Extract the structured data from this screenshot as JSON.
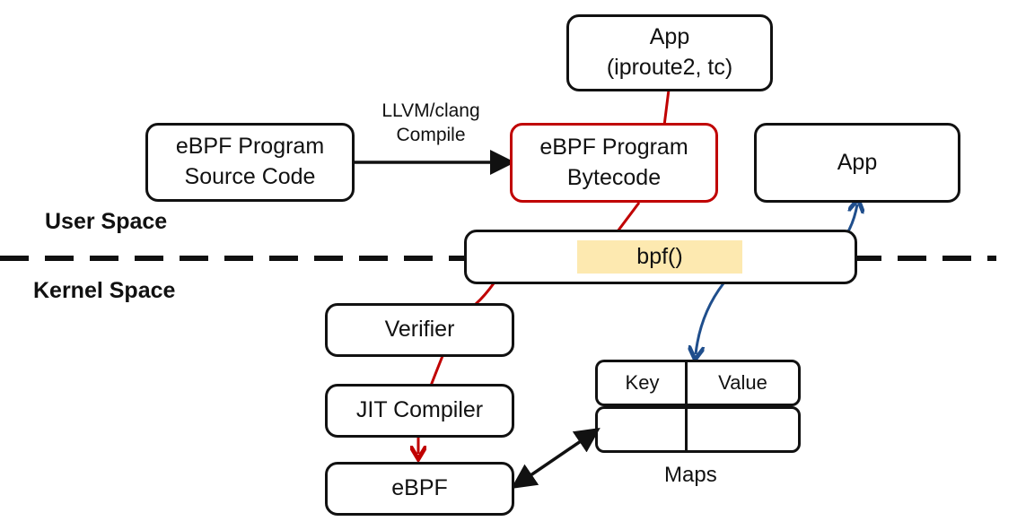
{
  "regions": {
    "user_space": "User Space",
    "kernel_space": "Kernel Space"
  },
  "nodes": {
    "app_iproute": "App\n(iproute2, tc)",
    "source_code": "eBPF Program\nSource Code",
    "bytecode": "eBPF Program\nBytecode",
    "app_right": "App",
    "bpf_syscall": "bpf()",
    "verifier": "Verifier",
    "jit": "JIT Compiler",
    "ebpf": "eBPF"
  },
  "edge_labels": {
    "compile": "LLVM/clang\nCompile"
  },
  "maps": {
    "columns": [
      "Key",
      "Value"
    ],
    "rows": [
      [
        "",
        ""
      ]
    ],
    "label": "Maps"
  },
  "colors": {
    "load_path": "#c00000",
    "map_path": "#1f4e8c",
    "default": "#111111",
    "bpf_highlight": "#fde9b0"
  }
}
